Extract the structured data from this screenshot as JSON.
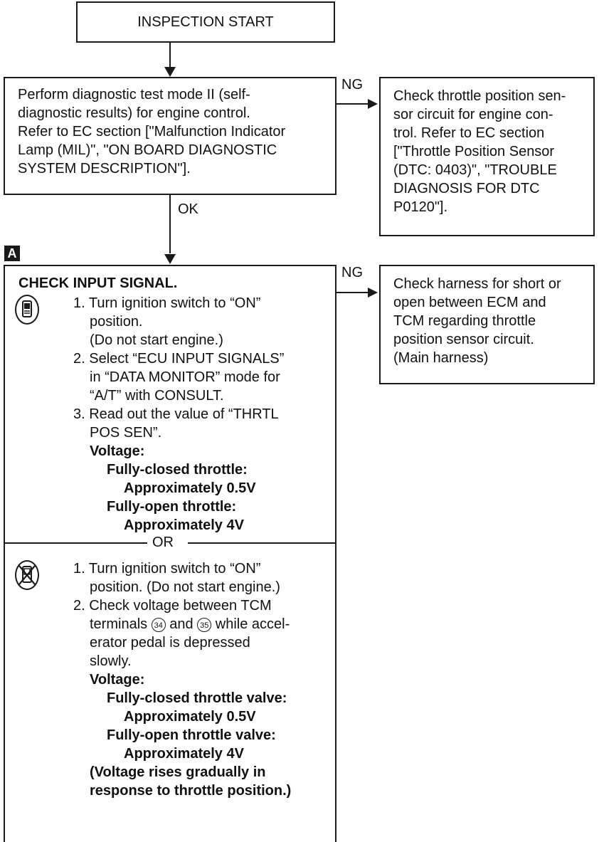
{
  "start_box": {
    "label": "INSPECTION START"
  },
  "step1": {
    "lines": [
      "Perform diagnostic test mode II (self-",
      "diagnostic results) for engine control.",
      "Refer to EC section [\"Malfunction Indicator",
      "Lamp (MIL)\", \"ON BOARD DIAGNOSTIC",
      "SYSTEM DESCRIPTION\"]."
    ],
    "ng_label": "NG",
    "ok_label": "OK"
  },
  "step1_ng": {
    "lines": [
      "Check throttle position sen-",
      "sor circuit for engine con-",
      "trol. Refer to EC section",
      "[\"Throttle Position Sensor",
      "(DTC: 0403)\", \"TROUBLE",
      "DIAGNOSIS FOR DTC",
      "P0120\"]."
    ]
  },
  "marker": {
    "label": "A"
  },
  "step2": {
    "title": "CHECK INPUT SIGNAL.",
    "ng_label": "NG",
    "consult_steps": [
      "1. Turn ignition switch to “ON”",
      "position.",
      "(Do not start engine.)",
      "2. Select “ECU INPUT SIGNALS”",
      "in “DATA MONITOR” mode for",
      "“A/T” with CONSULT.",
      "3. Read out the value of “THRTL",
      "POS SEN”."
    ],
    "consult_spec": {
      "voltage_label": "Voltage:",
      "closed_label": "Fully-closed throttle:",
      "closed_value": "Approximately 0.5V",
      "open_label": "Fully-open throttle:",
      "open_value": "Approximately 4V"
    },
    "or_label": "OR",
    "manual_steps": {
      "s1a": "1. Turn ignition switch to “ON”",
      "s1b": "position. (Do not start engine.)",
      "s2a": "2. Check voltage between TCM",
      "s2b_pre": "terminals",
      "s2b_t1": "34",
      "s2b_mid": "and",
      "s2b_t2": "35",
      "s2b_post": "while accel-",
      "s2c": "erator pedal is depressed",
      "s2d": "slowly."
    },
    "manual_spec": {
      "voltage_label": "Voltage:",
      "closed_label": "Fully-closed throttle valve:",
      "closed_value": "Approximately 0.5V",
      "open_label": "Fully-open throttle valve:",
      "open_value": "Approximately 4V",
      "note_1": "(Voltage rises gradually in",
      "note_2": "response to throttle position.)"
    }
  },
  "step2_ng": {
    "lines": [
      "Check harness for short or",
      "open between ECM and",
      "TCM regarding throttle",
      "position sensor circuit.",
      "(Main harness)"
    ]
  }
}
